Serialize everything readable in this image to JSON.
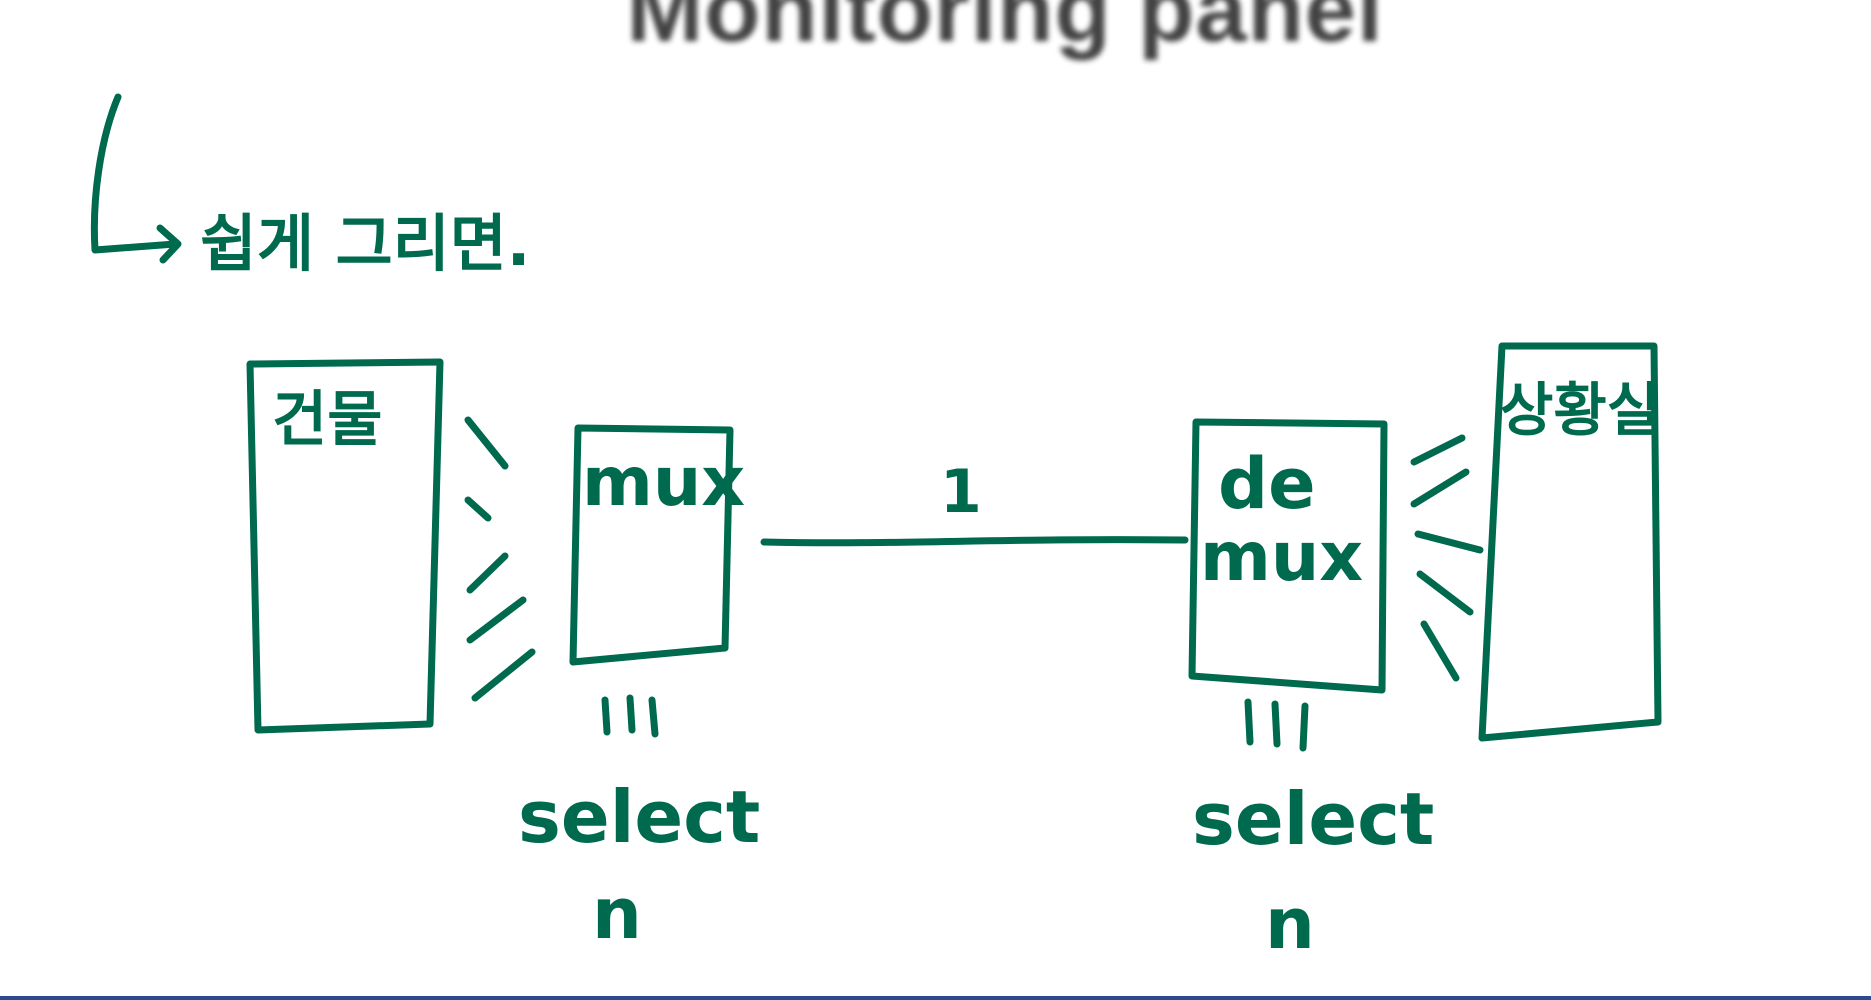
{
  "title": "Monitoring panel",
  "note": "쉽게 그리면.",
  "building_label": "건물",
  "mux_label": "mux",
  "demux_label_1": "de",
  "demux_label_2": "mux",
  "control_room_label": "상황실",
  "line_label": "1",
  "select_left": "select",
  "select_right": "select",
  "n_left": "n",
  "n_right": "n",
  "ink_color": "#006a4e"
}
